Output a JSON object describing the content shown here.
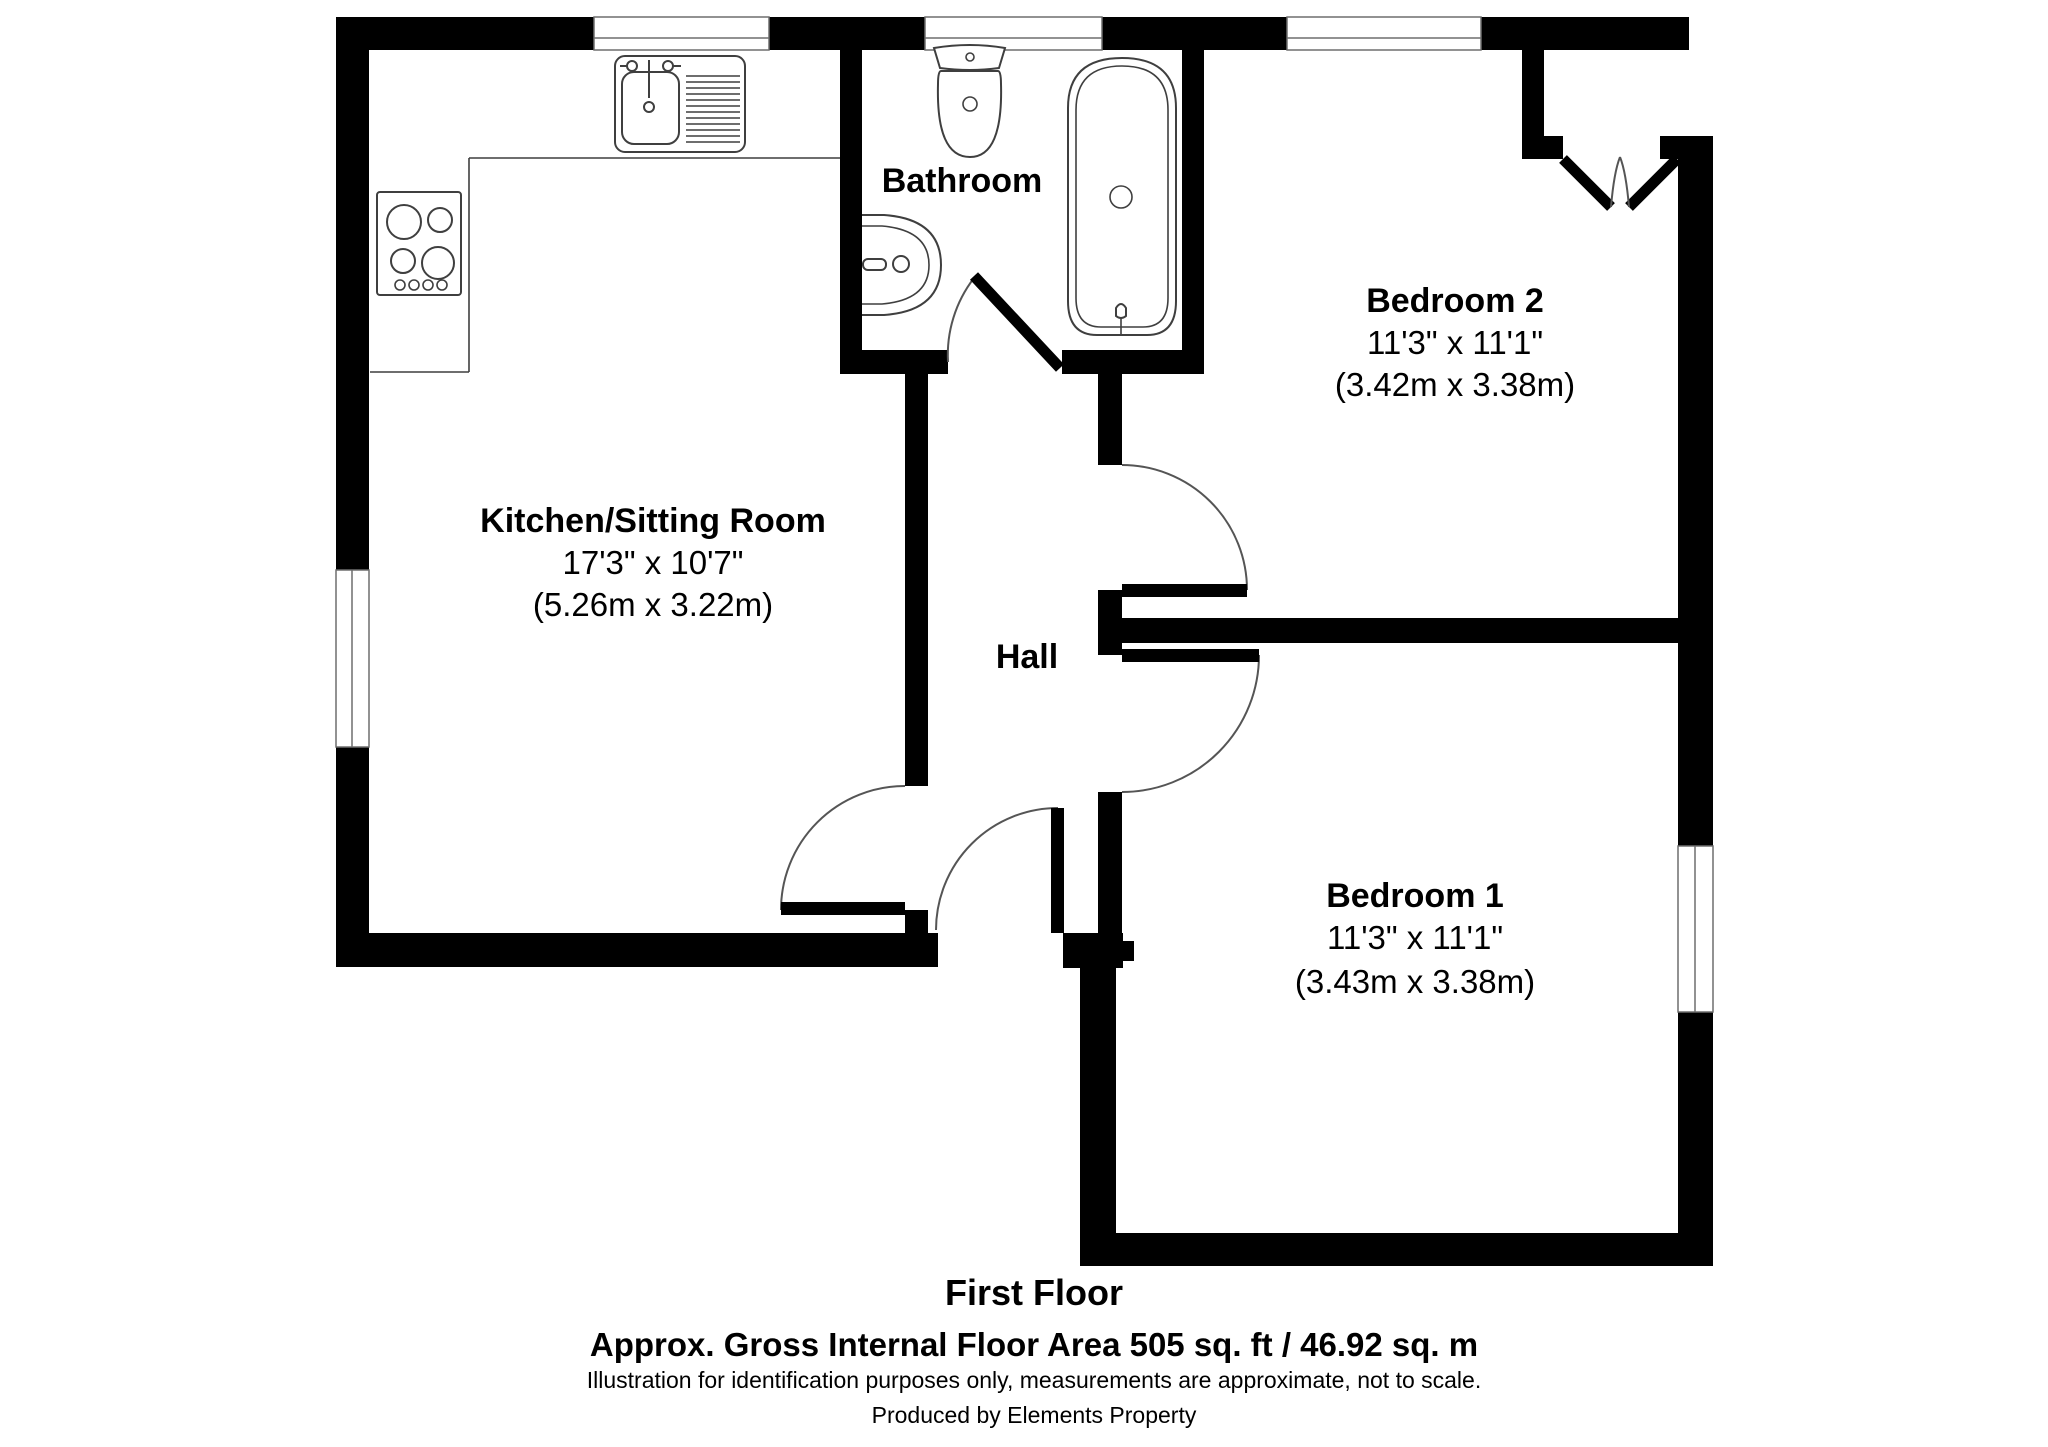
{
  "colors": {
    "wall": "#000000",
    "background": "#ffffff",
    "fixture_line": "#3f3f3f",
    "door_arc": "#555555",
    "window_frame": "#6e6e6e"
  },
  "rooms": {
    "kitchen": {
      "name": "Kitchen/Sitting Room",
      "dims_imperial": "17'3\" x 10'7\"",
      "dims_metric": "(5.26m x 3.22m)"
    },
    "bathroom": {
      "name": "Bathroom"
    },
    "hall": {
      "name": "Hall"
    },
    "bedroom2": {
      "name": "Bedroom 2",
      "dims_imperial": "11'3\" x 11'1\"",
      "dims_metric": "(3.42m x 3.38m)"
    },
    "bedroom1": {
      "name": "Bedroom 1",
      "dims_imperial": "11'3\" x 11'1\"",
      "dims_metric": "(3.43m x 3.38m)"
    }
  },
  "footer": {
    "floor_label": "First Floor",
    "area_label": "Approx. Gross Internal Floor Area 505 sq. ft / 46.92 sq. m",
    "disclaimer": "Illustration for identification purposes only, measurements are approximate, not to scale.",
    "credit": "Produced by Elements Property"
  }
}
